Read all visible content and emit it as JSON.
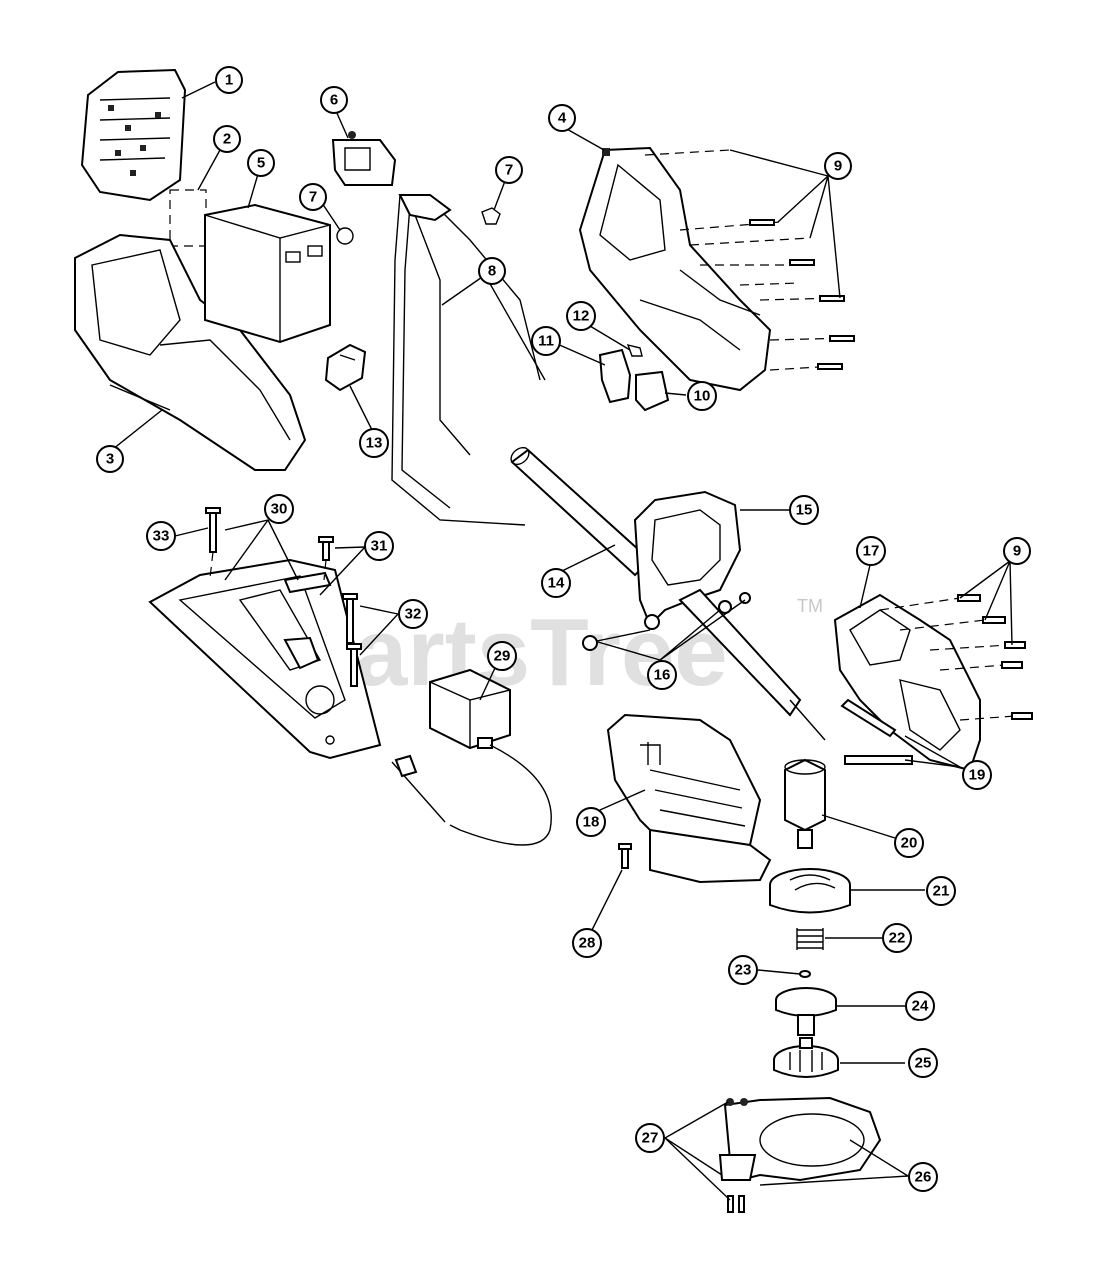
{
  "watermark": {
    "text": "PartsTree",
    "trademark": "TM"
  },
  "callouts": [
    {
      "id": "c1",
      "label": "1"
    },
    {
      "id": "c2",
      "label": "2"
    },
    {
      "id": "c3",
      "label": "3"
    },
    {
      "id": "c4",
      "label": "4"
    },
    {
      "id": "c5",
      "label": "5"
    },
    {
      "id": "c6",
      "label": "6"
    },
    {
      "id": "c7a",
      "label": "7"
    },
    {
      "id": "c7b",
      "label": "7"
    },
    {
      "id": "c8",
      "label": "8"
    },
    {
      "id": "c9a",
      "label": "9"
    },
    {
      "id": "c9b",
      "label": "9"
    },
    {
      "id": "c10",
      "label": "10"
    },
    {
      "id": "c11",
      "label": "11"
    },
    {
      "id": "c12",
      "label": "12"
    },
    {
      "id": "c13",
      "label": "13"
    },
    {
      "id": "c14",
      "label": "14"
    },
    {
      "id": "c15",
      "label": "15"
    },
    {
      "id": "c16",
      "label": "16"
    },
    {
      "id": "c17",
      "label": "17"
    },
    {
      "id": "c18",
      "label": "18"
    },
    {
      "id": "c19",
      "label": "19"
    },
    {
      "id": "c20",
      "label": "20"
    },
    {
      "id": "c21",
      "label": "21"
    },
    {
      "id": "c22",
      "label": "22"
    },
    {
      "id": "c23",
      "label": "23"
    },
    {
      "id": "c24",
      "label": "24"
    },
    {
      "id": "c25",
      "label": "25"
    },
    {
      "id": "c26",
      "label": "26"
    },
    {
      "id": "c27",
      "label": "27"
    },
    {
      "id": "c28",
      "label": "28"
    },
    {
      "id": "c29",
      "label": "29"
    },
    {
      "id": "c30",
      "label": "30"
    },
    {
      "id": "c31",
      "label": "31"
    },
    {
      "id": "c32",
      "label": "32"
    },
    {
      "id": "c33",
      "label": "33"
    }
  ]
}
